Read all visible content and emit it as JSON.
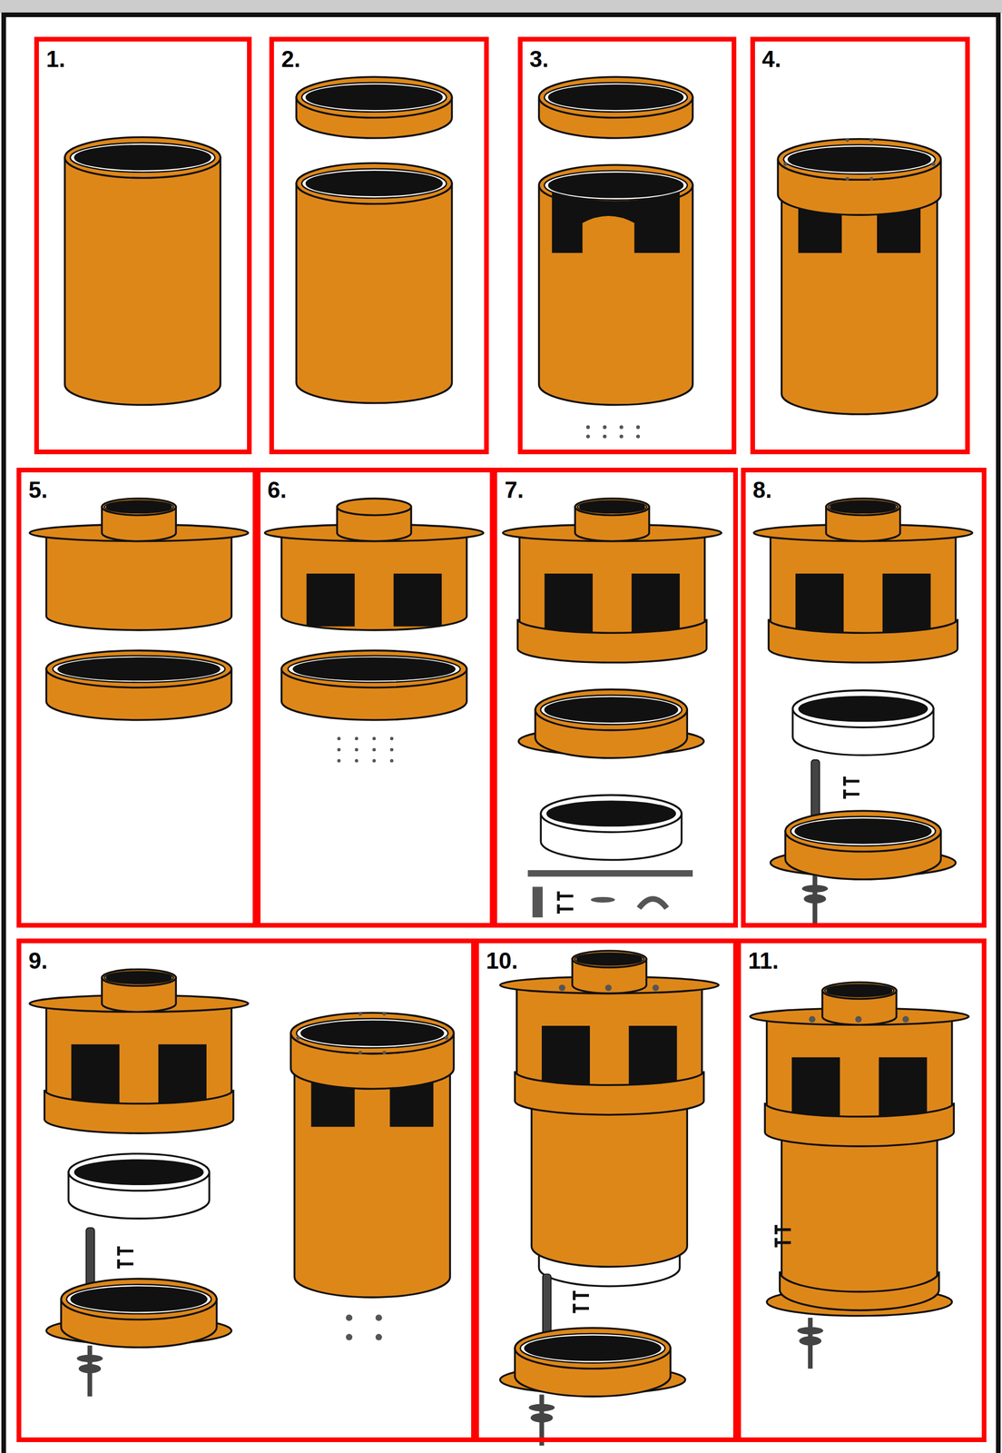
{
  "diagram": {
    "nodes": [
      {
        "text": [
          "1."
        ]
      },
      {
        "text": [
          "2."
        ]
      },
      {
        "text": [
          "3."
        ]
      },
      {
        "text": [
          "4."
        ]
      },
      {
        "text": [
          "5."
        ]
      },
      {
        "text": [
          "6."
        ]
      },
      {
        "text": [
          "7."
        ]
      },
      {
        "text": [
          "8."
        ]
      },
      {
        "text": [
          "9."
        ]
      },
      {
        "text": [
          "10."
        ]
      },
      {
        "text": [
          "11."
        ]
      }
    ]
  }
}
